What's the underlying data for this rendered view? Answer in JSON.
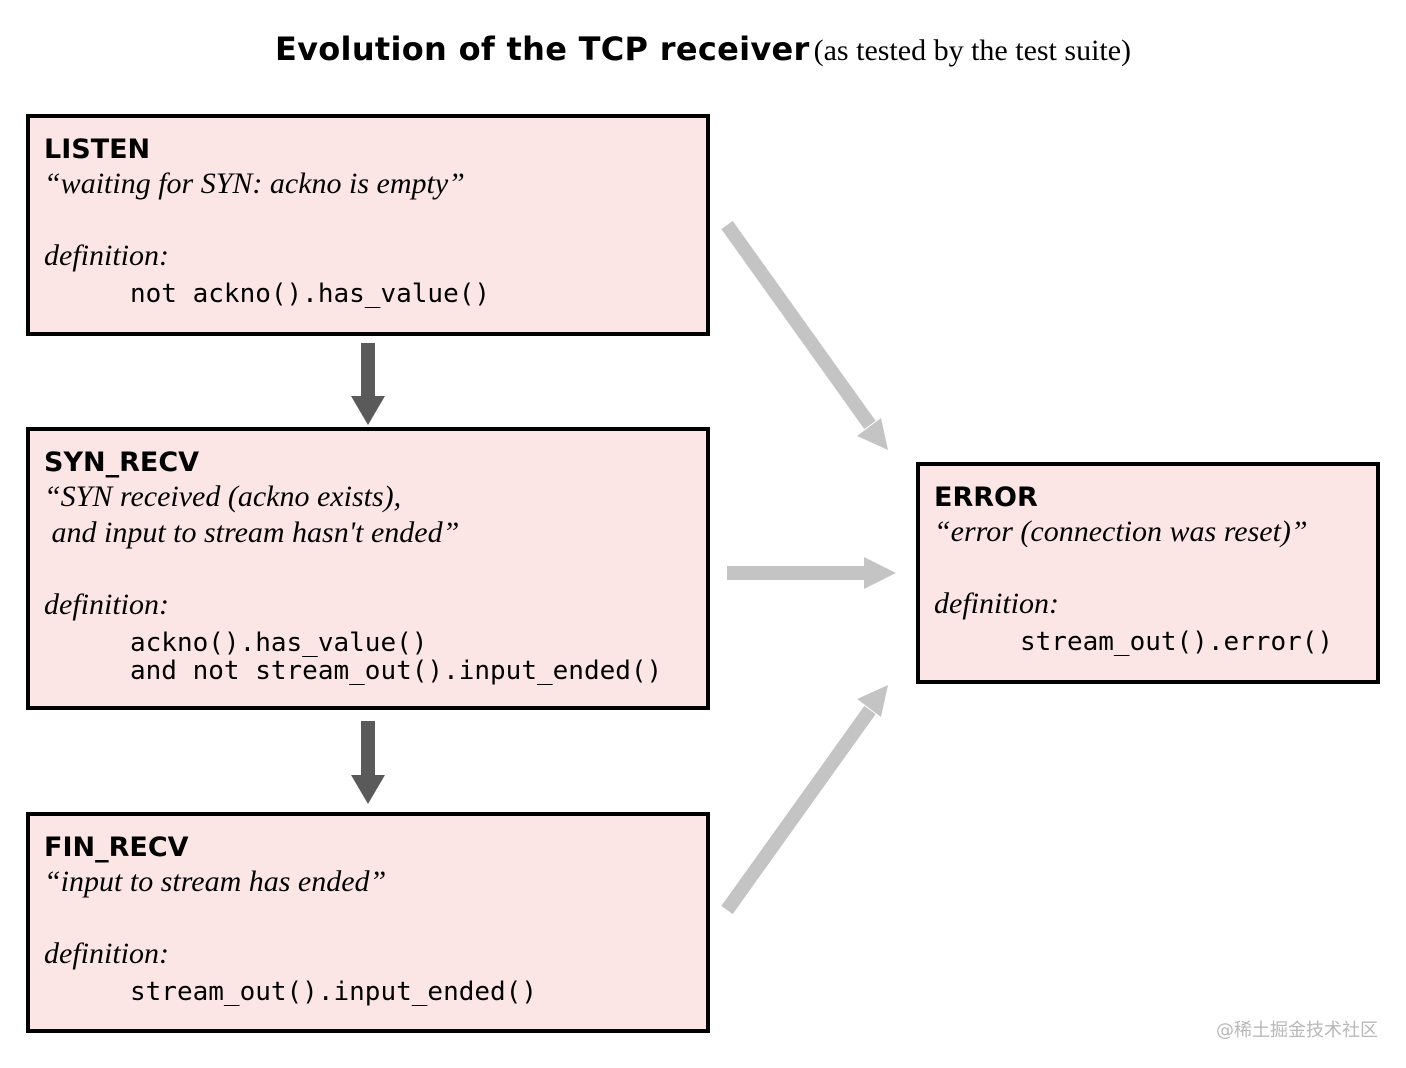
{
  "title": {
    "main": "Evolution of the TCP receiver",
    "sub": "(as tested by the test suite)"
  },
  "states": {
    "listen": {
      "name": "LISTEN",
      "description": "“waiting for SYN: ackno is empty”",
      "definition_label": "definition:",
      "definition_code": "not ackno().has_value()"
    },
    "syn_recv": {
      "name": "SYN_RECV",
      "description": "“SYN received (ackno exists),\n and input to stream hasn't ended”",
      "definition_label": "definition:",
      "definition_code": "ackno().has_value()\nand not stream_out().input_ended()"
    },
    "fin_recv": {
      "name": "FIN_RECV",
      "description": "“input to stream has ended”",
      "definition_label": "definition:",
      "definition_code": "stream_out().input_ended()"
    },
    "error": {
      "name": "ERROR",
      "description": "“error (connection was reset)”",
      "definition_label": "definition:",
      "definition_code": "stream_out().error()"
    }
  },
  "transitions": [
    {
      "from": "LISTEN",
      "to": "SYN_RECV",
      "style": "dark"
    },
    {
      "from": "SYN_RECV",
      "to": "FIN_RECV",
      "style": "dark"
    },
    {
      "from": "LISTEN",
      "to": "ERROR",
      "style": "light"
    },
    {
      "from": "SYN_RECV",
      "to": "ERROR",
      "style": "light"
    },
    {
      "from": "FIN_RECV",
      "to": "ERROR",
      "style": "light"
    }
  ],
  "colors": {
    "box_fill": "#fbe5e5",
    "box_border": "#000000",
    "arrow_dark": "#5a5a5a",
    "arrow_light": "#c4c4c4"
  },
  "watermark": "@稀土掘金技术社区"
}
